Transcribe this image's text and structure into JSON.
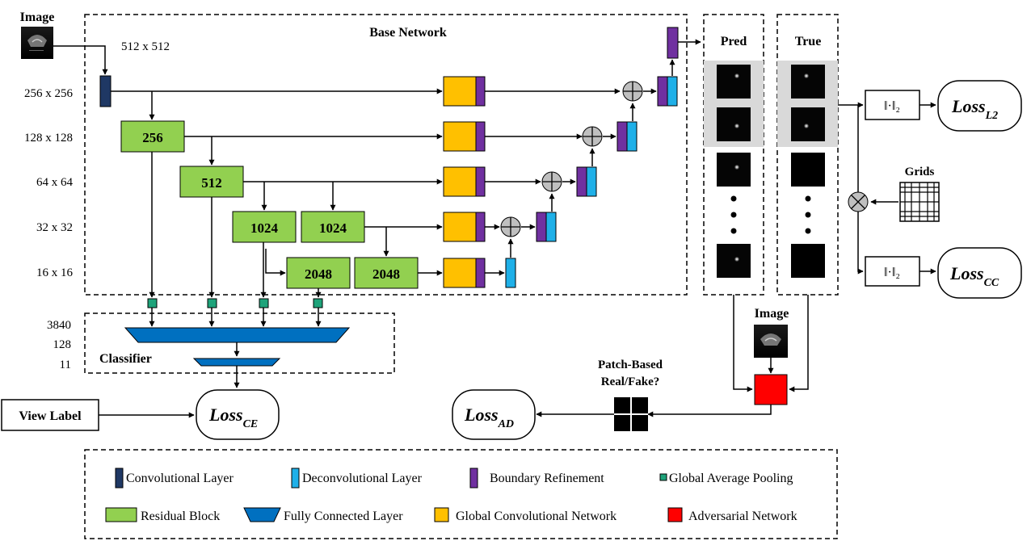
{
  "labels": {
    "image_top": "Image",
    "image_bottom": "Image",
    "base_network": "Base Network",
    "input_res": "512 x 512",
    "res": [
      "256 x 256",
      "128 x 128",
      "64 x 64",
      "32 x 32",
      "16 x 16"
    ],
    "classifier": "Classifier",
    "classifier_dims": [
      "3840",
      "128",
      "11"
    ],
    "pred": "Pred",
    "true": "True",
    "grids": "Grids",
    "view_label": "View Label",
    "patch_line1": "Patch-Based",
    "patch_line2": "Real/Fake?",
    "norm": "‖·‖₂"
  },
  "blocks": {
    "b256": "256",
    "b512": "512",
    "b1024a": "1024",
    "b1024b": "1024",
    "b2048a": "2048",
    "b2048b": "2048"
  },
  "losses": {
    "l2": {
      "main": "Loss",
      "sub": "L2"
    },
    "cc": {
      "main": "Loss",
      "sub": "CC"
    },
    "ce": {
      "main": "Loss",
      "sub": "CE"
    },
    "ad": {
      "main": "Loss",
      "sub": "AD"
    }
  },
  "legend": {
    "conv": "Convolutional Layer",
    "deconv": "Deconvolutional Layer",
    "boundary": "Boundary Refinement",
    "gap": "Global Average Pooling",
    "residual": "Residual Block",
    "fc": "Fully Connected Layer",
    "gcn": "Global Convolutional Network",
    "adv": "Adversarial Network"
  },
  "colors": {
    "conv": "#1f3864",
    "deconv": "#1fb0e8",
    "boundary": "#7030a0",
    "gap": "#1ea37a",
    "residual": "#92d050",
    "fc": "#0070c0",
    "gcn": "#ffc000",
    "adv": "#ff0000"
  }
}
